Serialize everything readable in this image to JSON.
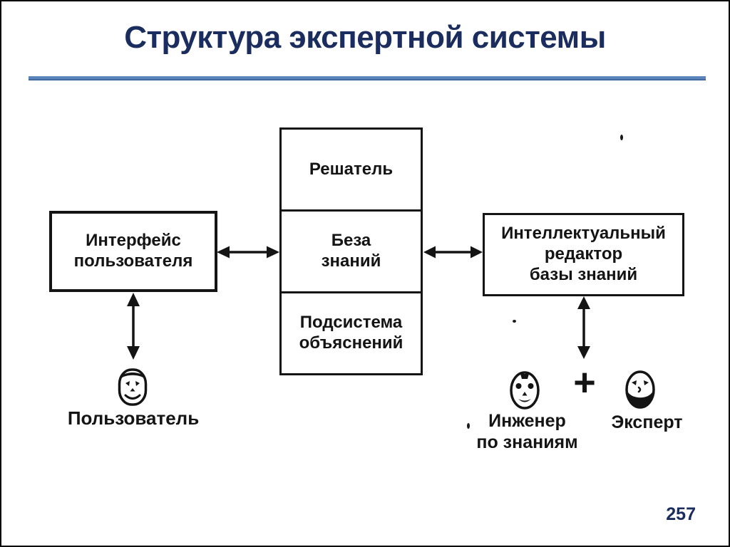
{
  "slide": {
    "title": "Структура экспертной системы",
    "page_number": "257"
  },
  "diagram": {
    "solver_box": "Решатель",
    "knowledge_base_box": "Беза\nзнаний",
    "explanation_box": "Подсистема\nобъяснений",
    "user_interface_box": "Интерфейс\nпользователя",
    "editor_box": "Интеллектуальный\nредактор\nбазы знаний",
    "plus_sign": "+",
    "actors": {
      "user_label": "Пользователь",
      "engineer_label": "Инженер\nпо знаниям",
      "expert_label": "Эксперт"
    },
    "icons": [
      "user-face-icon",
      "knowledge-engineer-face-icon",
      "expert-face-icon"
    ]
  },
  "colors": {
    "title_text": "#1b2d5e",
    "rule": "#5b84bc",
    "diagram_ink": "#141414"
  }
}
